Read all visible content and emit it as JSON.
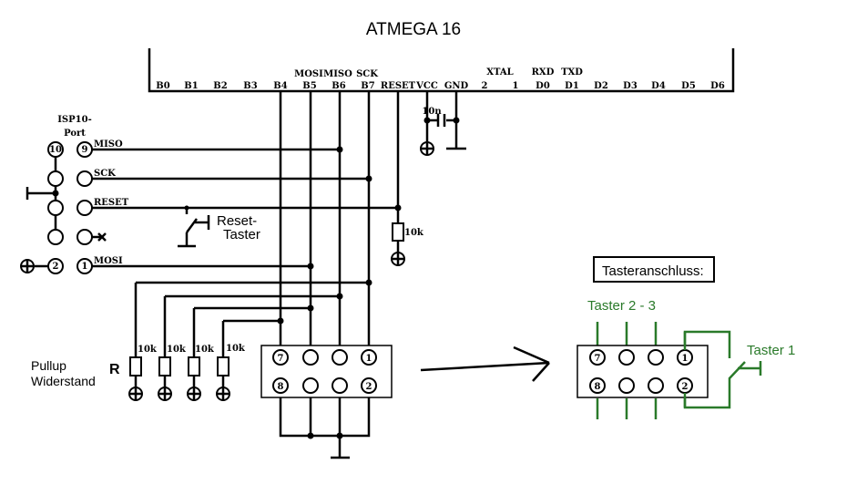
{
  "title": "ATMEGA 16",
  "chip_pins": [
    "B0",
    "B1",
    "B2",
    "B3",
    "B4",
    "B5",
    "B6",
    "B7",
    "RESET",
    "VCC",
    "GND",
    "2",
    "1",
    "D0",
    "D1",
    "D2",
    "D3",
    "D4",
    "D5",
    "D6"
  ],
  "chip_pin_functions": {
    "B5": "MOSI",
    "B6": "MISO",
    "B7": "SCK",
    "xtal": "XTAL",
    "D0": "RXD",
    "D1": "TXD"
  },
  "capacitor_label": "10n",
  "reset_resistor_label": "10k",
  "isp": {
    "title_line1": "ISP10-",
    "title_line2": "Port",
    "pin10": "10",
    "pin9": "9",
    "pin2": "2",
    "pin1": "1",
    "signals": [
      "MISO",
      "SCK",
      "RESET",
      "MOSI"
    ]
  },
  "reset_switch": {
    "line1": "Reset-",
    "line2": "Taster"
  },
  "pullup": {
    "label_line1": "Pullup",
    "label_line2": "Widerstand",
    "symbol": "R",
    "resistors": [
      "10k",
      "10k",
      "10k",
      "10k"
    ]
  },
  "header_pins": {
    "p7": "7",
    "p1": "1",
    "p8": "8",
    "p2": "2"
  },
  "taster": {
    "box_label": "Tasteranschluss:",
    "taster23": "Taster  2 - 3",
    "taster1": "Taster 1"
  }
}
